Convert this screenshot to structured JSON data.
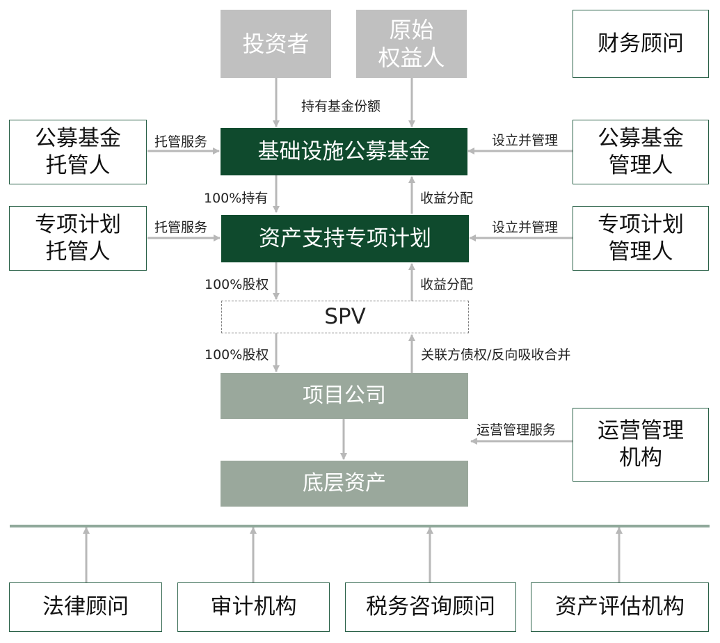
{
  "nodes": {
    "investor": "投资者",
    "original_holder": "原始\n权益人",
    "financial_advisor": "财务顾问",
    "public_fund": "基础设施公募基金",
    "fund_custodian": "公募基金\n托管人",
    "fund_manager": "公募基金\n管理人",
    "abs_plan": "资产支持专项计划",
    "plan_custodian": "专项计划\n托管人",
    "plan_manager": "专项计划\n管理人",
    "spv": "SPV",
    "project_company": "项目公司",
    "underlying_asset": "底层资产",
    "operator": "运营管理\n机构",
    "legal_advisor": "法律顾问",
    "audit": "审计机构",
    "tax_advisor": "税务咨询顾问",
    "valuation": "资产评估机构"
  },
  "edges": {
    "hold_fund_share": "持有基金份额",
    "custody_service_1": "托管服务",
    "establish_manage_1": "设立并管理",
    "hold_100": "100%持有",
    "income_distribution_1": "收益分配",
    "custody_service_2": "托管服务",
    "establish_manage_2": "设立并管理",
    "equity_100_1": "100%股权",
    "income_distribution_2": "收益分配",
    "equity_100_2": "100%股权",
    "related_debt": "关联方债权/反向吸收合并",
    "operation_service": "运营管理服务"
  },
  "colors": {
    "dark_green": "#0f4a2d",
    "sage": "#9aa89c",
    "gray": "#c0c0c0",
    "arrow": "#b8b8b8",
    "outline": "#2a6148",
    "baseline": "#8fa89a"
  }
}
